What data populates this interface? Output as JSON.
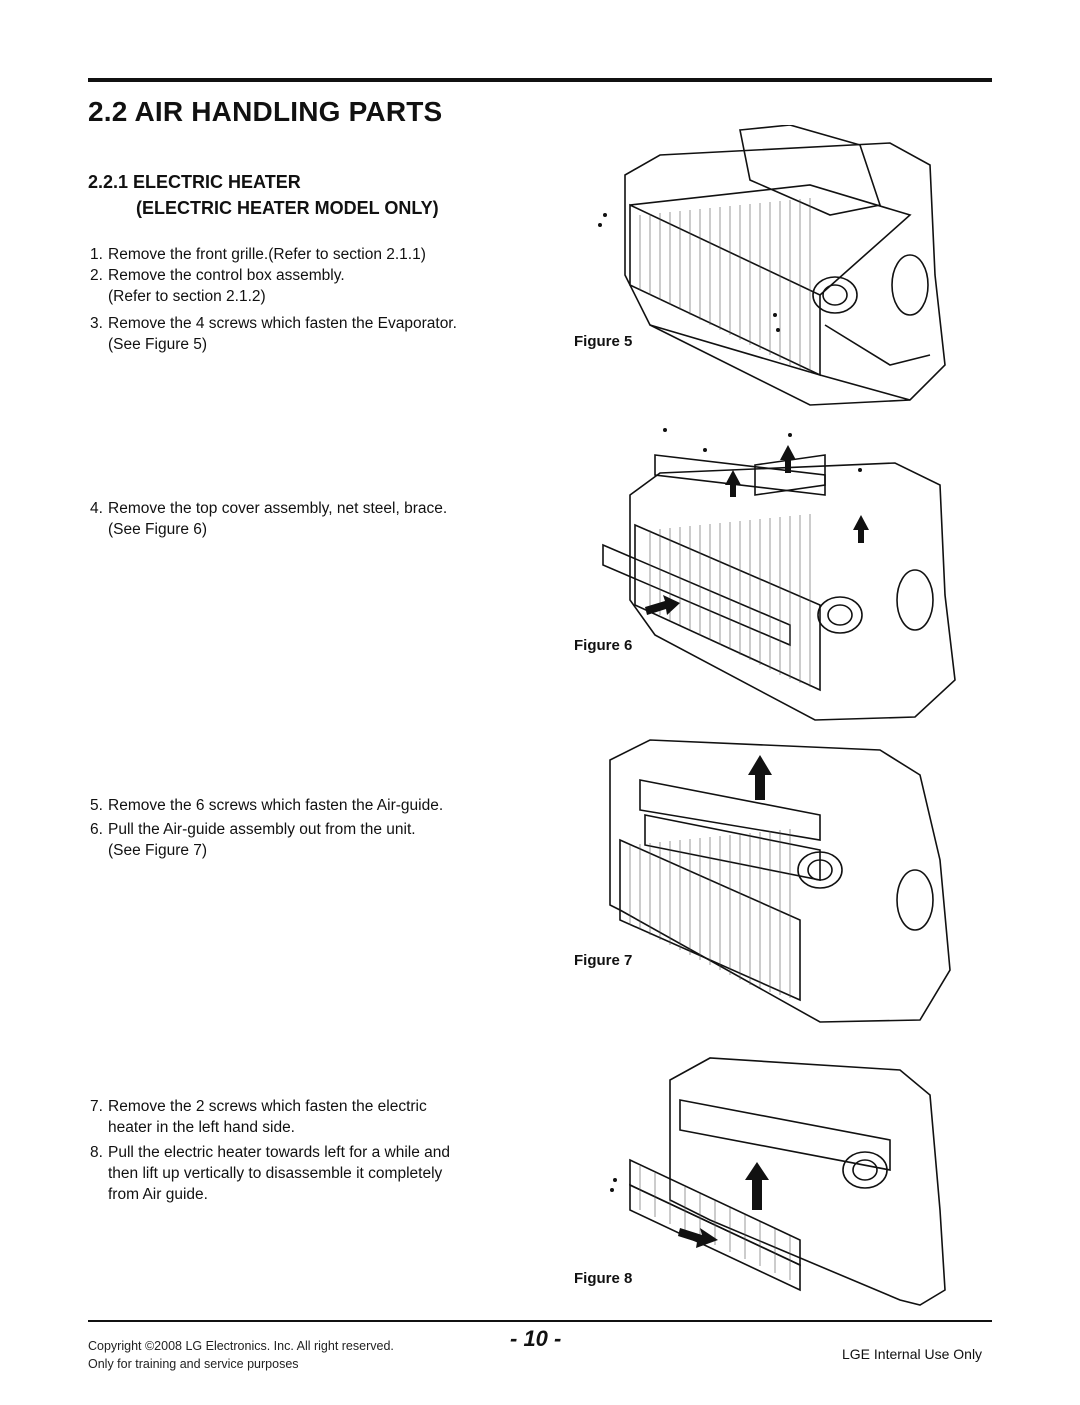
{
  "section_title": "2.2 AIR HANDLING PARTS",
  "subsection": {
    "line1": "2.2.1 ELECTRIC HEATER",
    "line2": "(ELECTRIC HEATER MODEL ONLY)"
  },
  "steps": [
    {
      "num": "1.",
      "text": "Remove the front grille.(Refer to section 2.1.1)",
      "cont": ""
    },
    {
      "num": "2.",
      "text": "Remove the control box assembly.",
      "cont": "(Refer to section 2.1.2)"
    },
    {
      "num": "3.",
      "text": "Remove the 4 screws which fasten the Evaporator.",
      "cont": "(See Figure 5)"
    },
    {
      "num": "4.",
      "text": "Remove the top cover assembly, net steel, brace.",
      "cont": "(See Figure 6)"
    },
    {
      "num": "5.",
      "text": "Remove the 6 screws which fasten the Air-guide.",
      "cont": ""
    },
    {
      "num": "6.",
      "text": "Pull the Air-guide assembly out from the unit.",
      "cont": "(See Figure 7)"
    },
    {
      "num": "7.",
      "text": "Remove the 2 screws which fasten the electric",
      "cont": "heater in the left hand side."
    },
    {
      "num": "8.",
      "text": "Pull the electric heater towards left for a while and",
      "cont": "then lift up vertically  to disassemble it completely\nfrom Air guide."
    }
  ],
  "figures": [
    "Figure 5",
    "Figure 6",
    "Figure 7",
    "Figure 8"
  ],
  "footer": {
    "copyright": "Copyright ©2008 LG Electronics. Inc. All right reserved.",
    "training": "Only for training and service purposes",
    "page_number": "- 10 -",
    "internal": "LGE Internal Use Only"
  }
}
